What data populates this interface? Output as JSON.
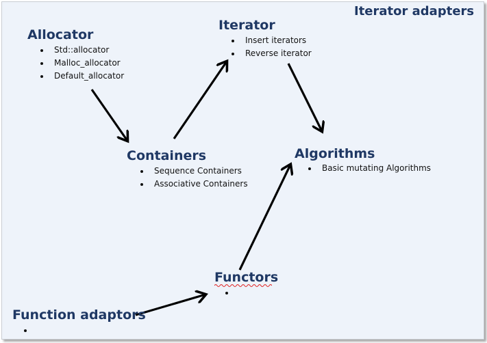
{
  "diagram": {
    "corner_title": "Iterator adapters",
    "allocator": {
      "title": "Allocator",
      "items": [
        "Std::allocator",
        "Malloc_allocator",
        "Default_allocator"
      ]
    },
    "iterator": {
      "title": "Iterator",
      "items": [
        "Insert iterators",
        "Reverse iterator"
      ]
    },
    "containers": {
      "title": "Containers",
      "items": [
        "Sequence Containers",
        "Associative Containers"
      ]
    },
    "algorithms": {
      "title": "Algorithms",
      "items": [
        "Basic mutating Algorithms"
      ]
    },
    "functors": {
      "title": "Functors"
    },
    "function_adaptors": {
      "title": "Function adaptors"
    }
  },
  "colors": {
    "title_text": "#1f3864",
    "slide_background": "#eef3fa",
    "arrow": "#000000",
    "spellcheck_underline": "#e02020"
  }
}
